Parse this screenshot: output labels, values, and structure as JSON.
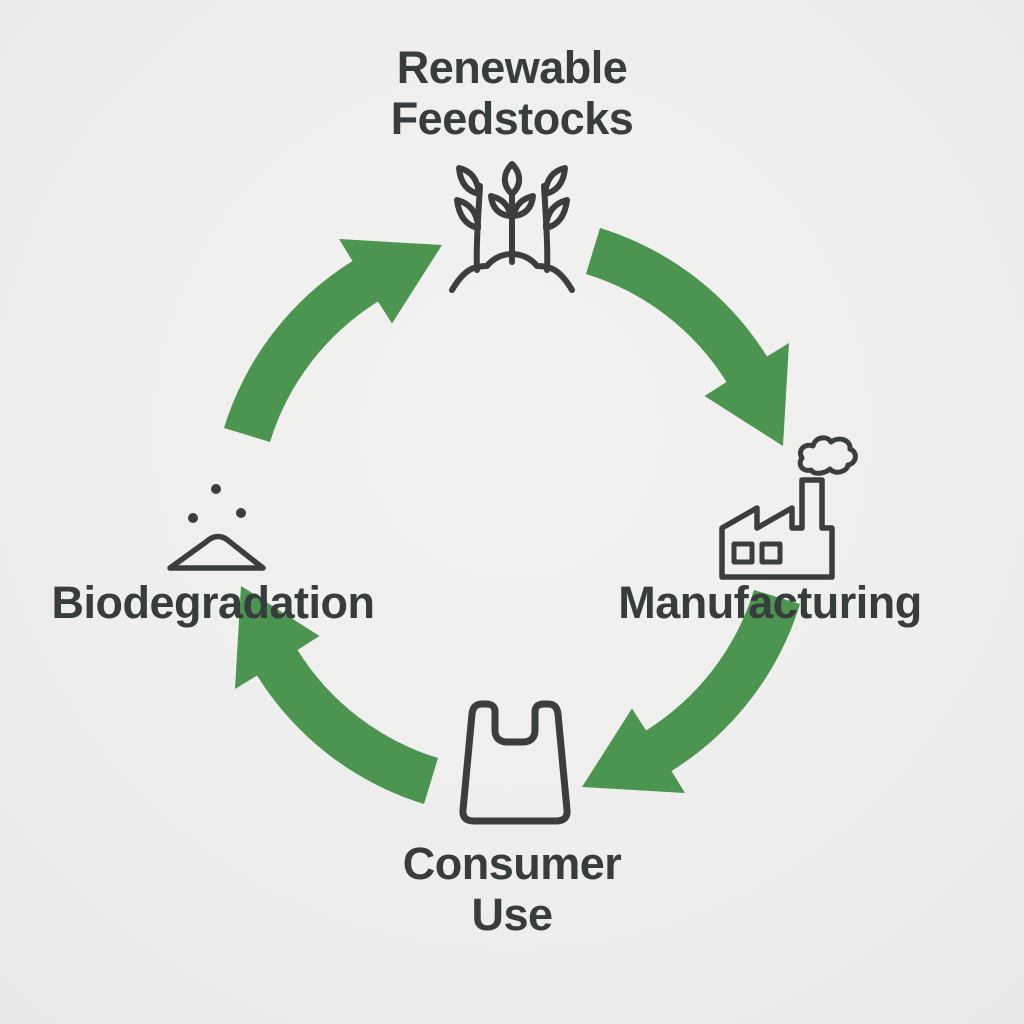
{
  "diagram": {
    "type": "cycle",
    "colors": {
      "background": "#eeeeed",
      "arrow_green": "#4b9550",
      "icon_stroke": "#3a3f3e",
      "label_text": "#373c3c"
    },
    "nodes": [
      {
        "id": "renewable-feedstocks",
        "position": "top",
        "label": "Renewable Feedstocks",
        "label_lines": [
          "Renewable",
          "Feedstocks"
        ],
        "icon": "plant-sprouts-icon"
      },
      {
        "id": "manufacturing",
        "position": "right",
        "label": "Manufacturing",
        "label_lines": [
          "Manufacturing"
        ],
        "icon": "factory-icon"
      },
      {
        "id": "consumer-use",
        "position": "bottom",
        "label": "Consumer Use",
        "label_lines": [
          "Consumer",
          "Use"
        ],
        "icon": "shopping-bag-icon"
      },
      {
        "id": "biodegradation",
        "position": "left",
        "label": "Biodegradation",
        "label_lines": [
          "Biodegradation"
        ],
        "icon": "compost-pile-icon"
      }
    ],
    "arrows": [
      {
        "name": "arrow-renewable-to-manufacturing",
        "from": "renewable-feedstocks",
        "to": "manufacturing",
        "direction": "clockwise"
      },
      {
        "name": "arrow-manufacturing-to-consumer",
        "from": "manufacturing",
        "to": "consumer-use",
        "direction": "clockwise"
      },
      {
        "name": "arrow-consumer-to-biodegradation",
        "from": "consumer-use",
        "to": "biodegradation",
        "direction": "clockwise"
      },
      {
        "name": "arrow-biodegradation-to-renewable",
        "from": "biodegradation",
        "to": "renewable-feedstocks",
        "direction": "clockwise"
      }
    ]
  }
}
